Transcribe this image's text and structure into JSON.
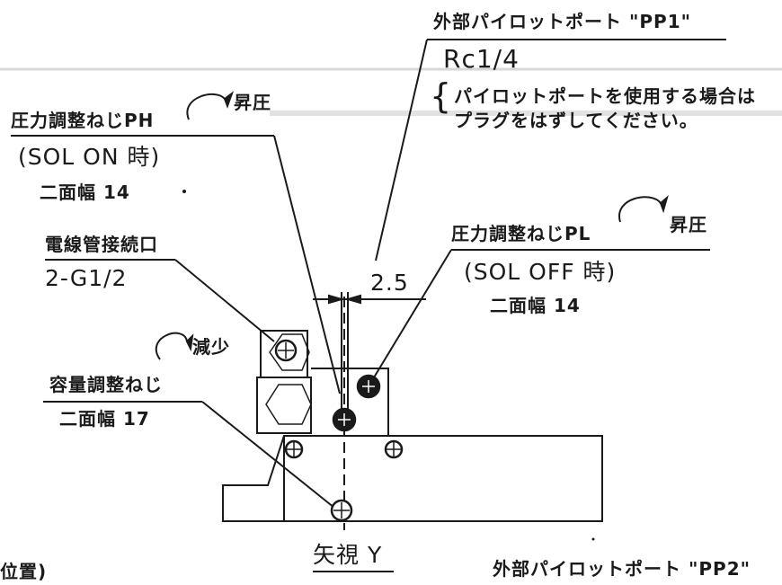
{
  "title": "矢視 Y",
  "ports": {
    "pp1_title": "外部パイロットポート \"PP1\"",
    "pp1_thread": "Rc1/4",
    "pp1_note_line1": "パイロットポートを使用する場合は",
    "pp1_note_line2": "プラグをはずしてください。",
    "pp2_title": "外部パイロットポート \"PP2\""
  },
  "ph": {
    "label": "圧力調整ねじPH",
    "arrow_text": "昇圧",
    "condition": "(SOL ON 時)",
    "width_across": "二面幅 14"
  },
  "pl": {
    "label": "圧力調整ねじPL",
    "arrow_text": "昇圧",
    "condition": "(SOL OFF 時)",
    "width_across": "二面幅 14"
  },
  "conduit": {
    "label": "電線管接続口",
    "size": "2-G1/2"
  },
  "volume": {
    "arrow_text": "減少",
    "label": "容量調整ねじ",
    "width_across": "二面幅 17"
  },
  "dimension": "2.5",
  "partial_text": "位置)"
}
